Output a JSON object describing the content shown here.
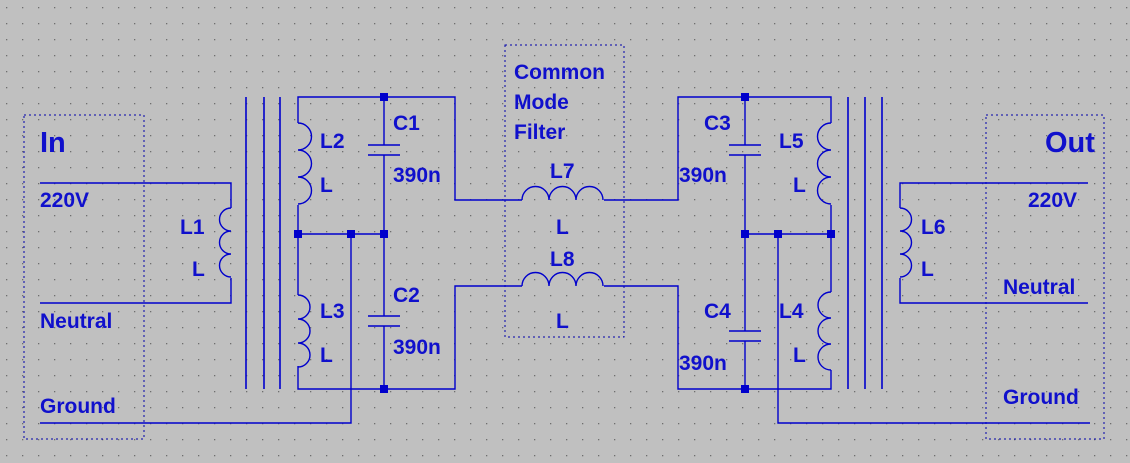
{
  "input_block": {
    "title": "In",
    "line": "220V",
    "neutral": "Neutral",
    "ground": "Ground"
  },
  "output_block": {
    "title": "Out",
    "line": "220V",
    "neutral": "Neutral",
    "ground": "Ground"
  },
  "cmf_block": {
    "title_lines": [
      "Common",
      "Mode",
      "Filter"
    ]
  },
  "inductors": [
    {
      "ref": "L1",
      "value": "L"
    },
    {
      "ref": "L2",
      "value": "L"
    },
    {
      "ref": "L3",
      "value": "L"
    },
    {
      "ref": "L4",
      "value": "L"
    },
    {
      "ref": "L5",
      "value": "L"
    },
    {
      "ref": "L6",
      "value": "L"
    },
    {
      "ref": "L7",
      "value": "L"
    },
    {
      "ref": "L8",
      "value": "L"
    }
  ],
  "capacitors": [
    {
      "ref": "C1",
      "value": "390n"
    },
    {
      "ref": "C2",
      "value": "390n"
    },
    {
      "ref": "C3",
      "value": "390n"
    },
    {
      "ref": "C4",
      "value": "390n"
    }
  ],
  "colors": {
    "background": "#c0c0c0",
    "wire": "#0000cc",
    "text": "#1010cc",
    "grid_dot": "#6e6e6e"
  }
}
